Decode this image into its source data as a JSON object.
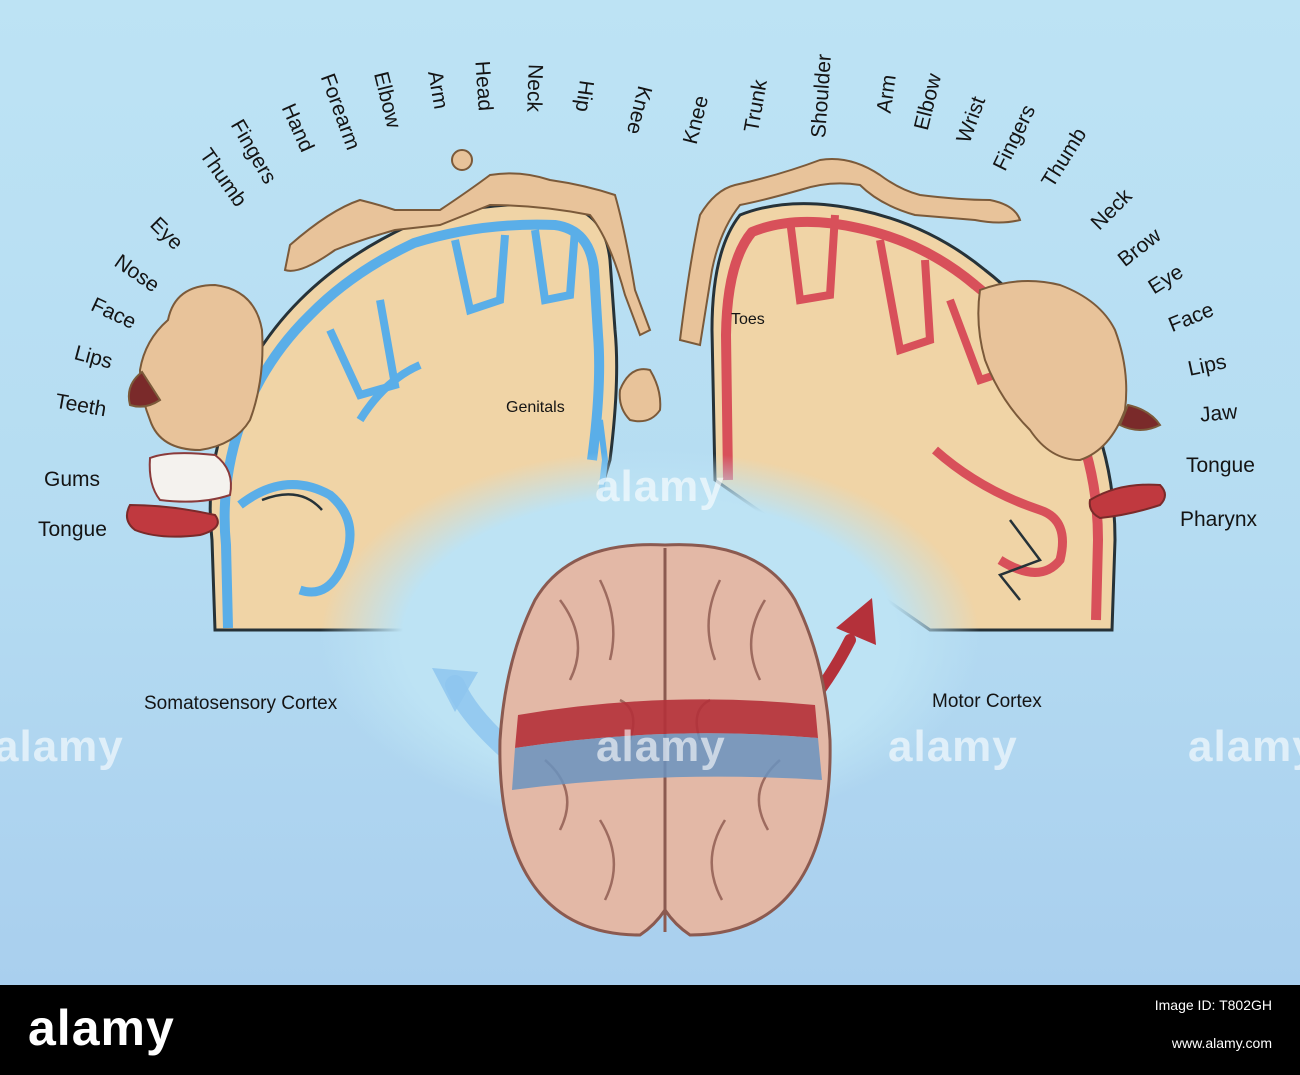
{
  "sensory_labels": [
    "Tongue",
    "Gums",
    "Teeth",
    "Lips",
    "Face",
    "Nose",
    "Eye",
    "Thumb",
    "Fingers",
    "Hand",
    "Forearm",
    "Elbow",
    "Arm",
    "Head",
    "Neck",
    "Hip",
    "Knee"
  ],
  "motor_labels": [
    "Knee",
    "Trunk",
    "Shoulder",
    "Arm",
    "Elbow",
    "Wrist",
    "Fingers",
    "Thumb",
    "Neck",
    "Brow",
    "Eye",
    "Face",
    "Lips",
    "Jaw",
    "Tongue",
    "Pharynx"
  ],
  "inner_labels": {
    "genitals": "Genitals",
    "toes": "Toes"
  },
  "captions": {
    "sensory": "Somatosensory Cortex",
    "motor": "Motor Cortex"
  },
  "watermark": "alamy",
  "footer": {
    "logo": "alamy",
    "image_id": "Image ID: T802GH",
    "url": "www.alamy.com"
  },
  "colors": {
    "sensory": "#5aaee8",
    "motor": "#d8505a",
    "tissue": "#f0d4a6",
    "background": "#bde3f4",
    "brain": "#e3b8a6",
    "band_red": "#b4313a",
    "band_blue": "#6a93bf"
  }
}
